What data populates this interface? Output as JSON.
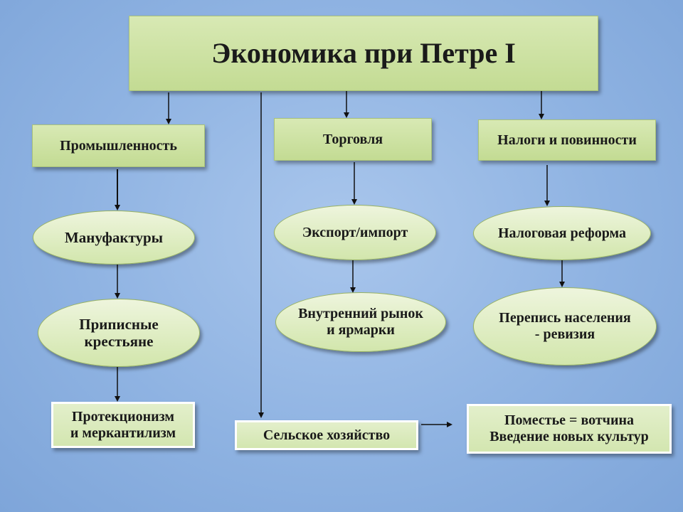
{
  "diagram": {
    "title": "Экономика при Петре I",
    "categories": {
      "industry": "Промышленность",
      "trade": "Торговля",
      "taxes": "Налоги и повинности",
      "agriculture": "Сельское хозяйство"
    },
    "industry_branch": {
      "manufactories": "Мануфактуры",
      "assigned_peasants": "Приписные\nкрестьяне",
      "protectionism": "Протекционизм\nи меркантилизм"
    },
    "trade_branch": {
      "export_import": "Экспорт/импорт",
      "internal_market": "Внутренний рынок\nи  ярмарки"
    },
    "taxes_branch": {
      "tax_reform": "Налоговая реформа",
      "census": "Перепись населения\n- ревизия"
    },
    "agriculture_branch": {
      "estate": "Поместье = вотчина\nВведение новых культур"
    }
  }
}
